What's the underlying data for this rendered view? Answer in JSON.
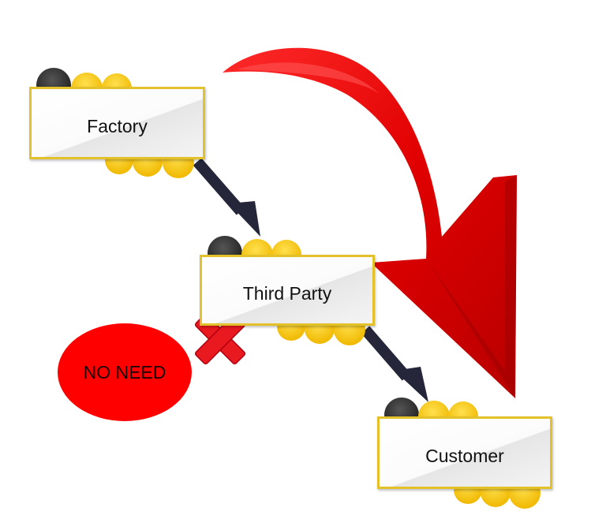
{
  "nodes": {
    "factory": "Factory",
    "third_party": "Third Party",
    "customer": "Customer"
  },
  "callout": "NO NEED",
  "colors": {
    "box_border": "#e2c12a",
    "coin_yellow": "#f5c400",
    "coin_dark": "#333333",
    "connector": "#252639",
    "big_arrow": "#e60000",
    "callout": "#ff0000"
  }
}
